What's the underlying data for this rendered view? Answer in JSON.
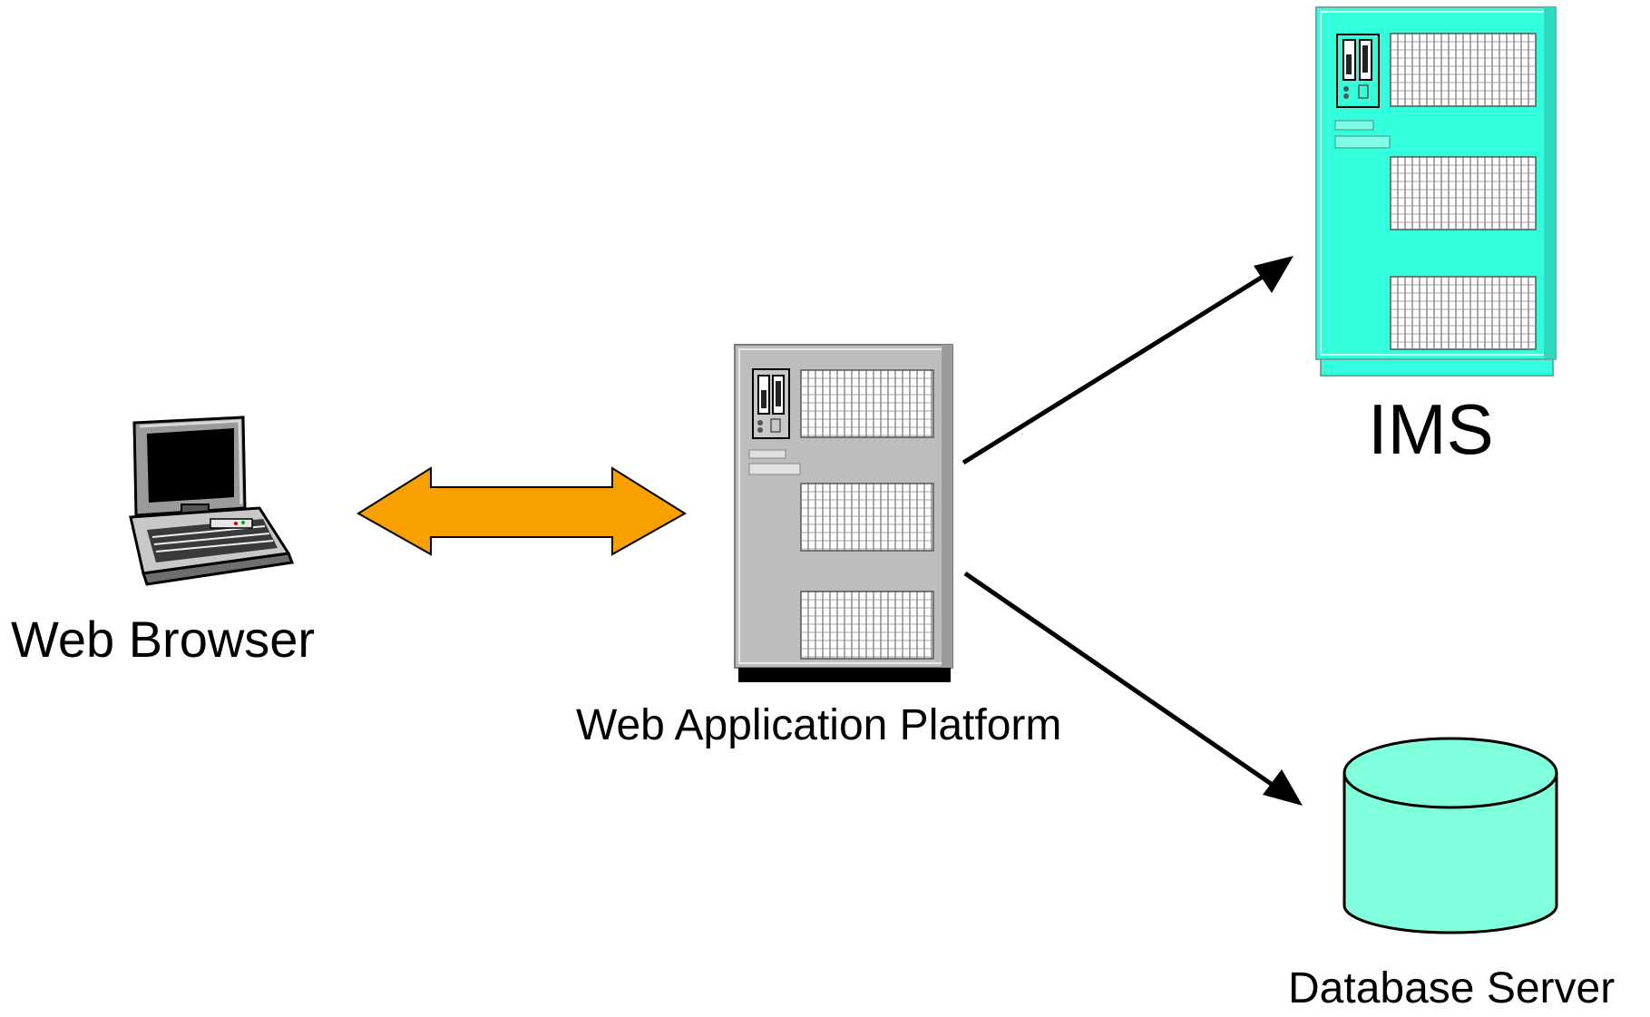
{
  "nodes": {
    "web_browser": {
      "label": "Web Browser",
      "icon": "laptop-icon"
    },
    "web_app_platform": {
      "label": "Web Application Platform",
      "icon": "server-tower-icon"
    },
    "ims": {
      "label": "IMS",
      "icon": "mainframe-cabinet-icon"
    },
    "database_server": {
      "label": "Database Server",
      "icon": "database-cylinder-icon"
    }
  },
  "edges": [
    {
      "from": "web_browser",
      "to": "web_app_platform",
      "style": "bidirectional-block-arrow"
    },
    {
      "from": "web_app_platform",
      "to": "ims",
      "style": "arrow"
    },
    {
      "from": "web_app_platform",
      "to": "database_server",
      "style": "arrow"
    }
  ],
  "colors": {
    "bidirectional_arrow": "#F7A000",
    "ims_cabinet": "#33FFDD",
    "database": "#80FFDD",
    "server": "#BDBDBD",
    "line": "#000000"
  }
}
